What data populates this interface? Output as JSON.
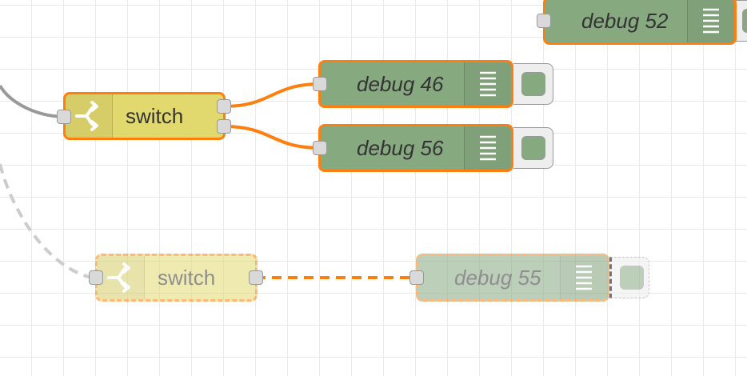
{
  "canvas": {
    "nodes": {
      "switch_main": {
        "label": "switch",
        "type": "switch",
        "icon": "switch-icon"
      },
      "switch_disabled": {
        "label": "switch",
        "type": "switch",
        "icon": "switch-icon",
        "disabled": true
      },
      "debug_46": {
        "label": "debug 46",
        "type": "debug",
        "icon": "debug-list-icon"
      },
      "debug_56": {
        "label": "debug 56",
        "type": "debug",
        "icon": "debug-list-icon"
      },
      "debug_52": {
        "label": "debug 52",
        "type": "debug",
        "icon": "debug-list-icon"
      },
      "debug_55": {
        "label": "debug 55",
        "type": "debug",
        "icon": "debug-list-icon",
        "disabled": true
      }
    },
    "colors": {
      "selection_border": "#ff7f0e",
      "switch_node": "#e2d96e",
      "debug_node": "#87a980",
      "wire_selected": "#ff7f0e",
      "wire_default": "#999999",
      "grid": "#eaeaea"
    }
  }
}
